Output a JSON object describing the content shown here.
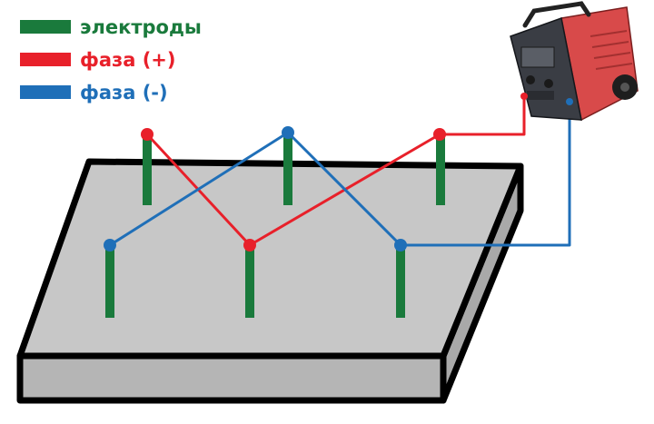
{
  "legend": [
    {
      "label": "электроды",
      "color": "#1a7a3c"
    },
    {
      "label": "фаза (+)",
      "color": "#e8202a"
    },
    {
      "label": "фаза (-)",
      "color": "#1f6fb8"
    }
  ],
  "colors": {
    "electrode": "#1a7a3c",
    "phase_plus": "#e8202a",
    "phase_minus": "#1f6fb8",
    "slab_top": "#c7c7c7",
    "slab_side": "#b5b5b5",
    "slab_edge": "#000000",
    "machine_body": "#d84a4a",
    "machine_panel": "#3a3d44"
  },
  "icons": {
    "power_source": "welding-machine-icon"
  }
}
